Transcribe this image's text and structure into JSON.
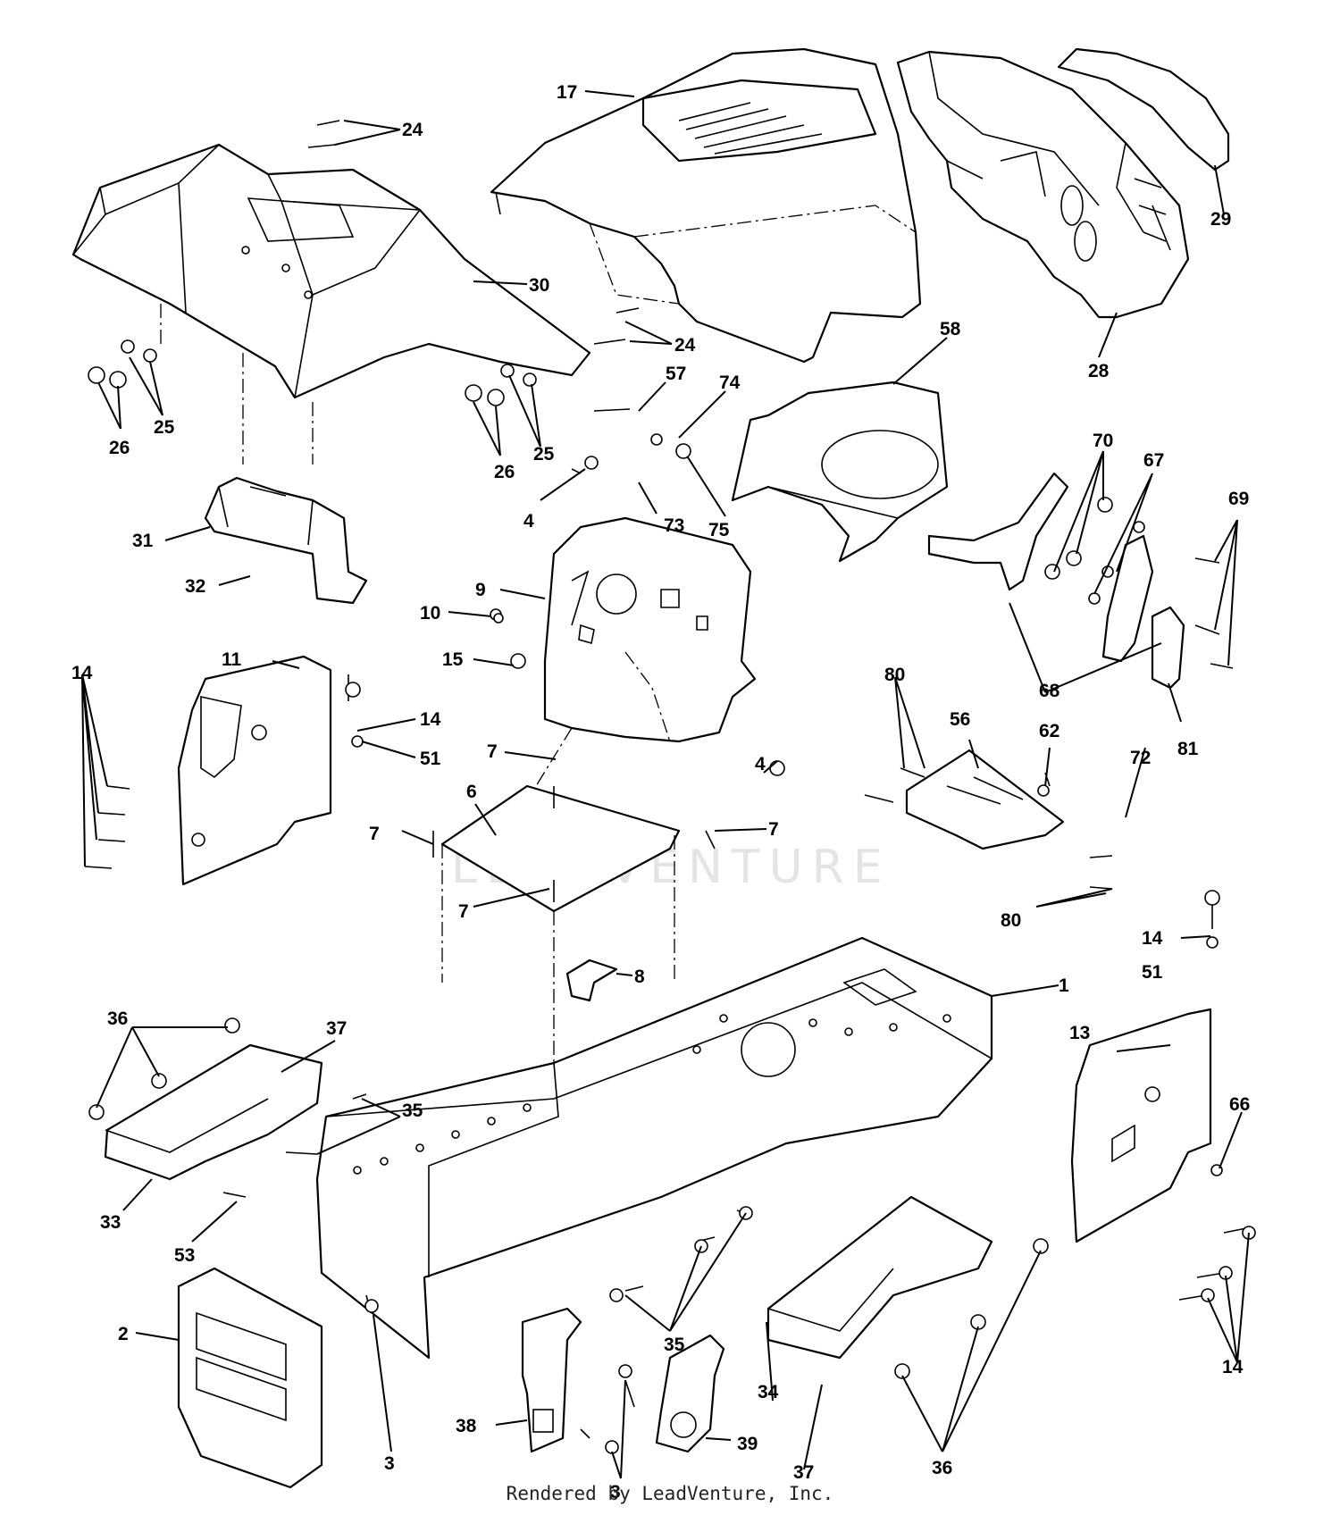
{
  "diagram": {
    "watermark": "LEADVENTURE",
    "footer": "Rendered by LeadVenture, Inc.",
    "callouts": [
      {
        "id": "c24a",
        "label": "24"
      },
      {
        "id": "c17",
        "label": "17"
      },
      {
        "id": "c29",
        "label": "29"
      },
      {
        "id": "c30",
        "label": "30"
      },
      {
        "id": "c24b",
        "label": "24"
      },
      {
        "id": "c28",
        "label": "28"
      },
      {
        "id": "c58",
        "label": "58"
      },
      {
        "id": "c25a",
        "label": "25"
      },
      {
        "id": "c26a",
        "label": "26"
      },
      {
        "id": "c57",
        "label": "57"
      },
      {
        "id": "c74",
        "label": "74"
      },
      {
        "id": "c25b",
        "label": "25"
      },
      {
        "id": "c26b",
        "label": "26"
      },
      {
        "id": "c4a",
        "label": "4"
      },
      {
        "id": "c73",
        "label": "73"
      },
      {
        "id": "c75",
        "label": "75"
      },
      {
        "id": "c70",
        "label": "70"
      },
      {
        "id": "c67",
        "label": "67"
      },
      {
        "id": "c69",
        "label": "69"
      },
      {
        "id": "c31",
        "label": "31"
      },
      {
        "id": "c32",
        "label": "32"
      },
      {
        "id": "c9",
        "label": "9"
      },
      {
        "id": "c10",
        "label": "10"
      },
      {
        "id": "c15",
        "label": "15"
      },
      {
        "id": "c11",
        "label": "11"
      },
      {
        "id": "c14a",
        "label": "14"
      },
      {
        "id": "c14b",
        "label": "14"
      },
      {
        "id": "c51a",
        "label": "51"
      },
      {
        "id": "c68",
        "label": "68"
      },
      {
        "id": "c80a",
        "label": "80"
      },
      {
        "id": "c56",
        "label": "56"
      },
      {
        "id": "c62",
        "label": "62"
      },
      {
        "id": "c72",
        "label": "72"
      },
      {
        "id": "c81",
        "label": "81"
      },
      {
        "id": "c7a",
        "label": "7"
      },
      {
        "id": "c4b",
        "label": "4"
      },
      {
        "id": "c6",
        "label": "6"
      },
      {
        "id": "c7b",
        "label": "7"
      },
      {
        "id": "c7c",
        "label": "7"
      },
      {
        "id": "c7d",
        "label": "7"
      },
      {
        "id": "c80b",
        "label": "80"
      },
      {
        "id": "c8",
        "label": "8"
      },
      {
        "id": "c14c",
        "label": "14"
      },
      {
        "id": "c51b",
        "label": "51"
      },
      {
        "id": "c1",
        "label": "1"
      },
      {
        "id": "c36a",
        "label": "36"
      },
      {
        "id": "c37a",
        "label": "37"
      },
      {
        "id": "c13",
        "label": "13"
      },
      {
        "id": "c35a",
        "label": "35"
      },
      {
        "id": "c66",
        "label": "66"
      },
      {
        "id": "c33",
        "label": "33"
      },
      {
        "id": "c53",
        "label": "53"
      },
      {
        "id": "c2",
        "label": "2"
      },
      {
        "id": "c35b",
        "label": "35"
      },
      {
        "id": "c14d",
        "label": "14"
      },
      {
        "id": "c34",
        "label": "34"
      },
      {
        "id": "c38",
        "label": "38"
      },
      {
        "id": "c3a",
        "label": "3"
      },
      {
        "id": "c3b",
        "label": "3"
      },
      {
        "id": "c39",
        "label": "39"
      },
      {
        "id": "c37b",
        "label": "37"
      },
      {
        "id": "c36b",
        "label": "36"
      }
    ]
  }
}
